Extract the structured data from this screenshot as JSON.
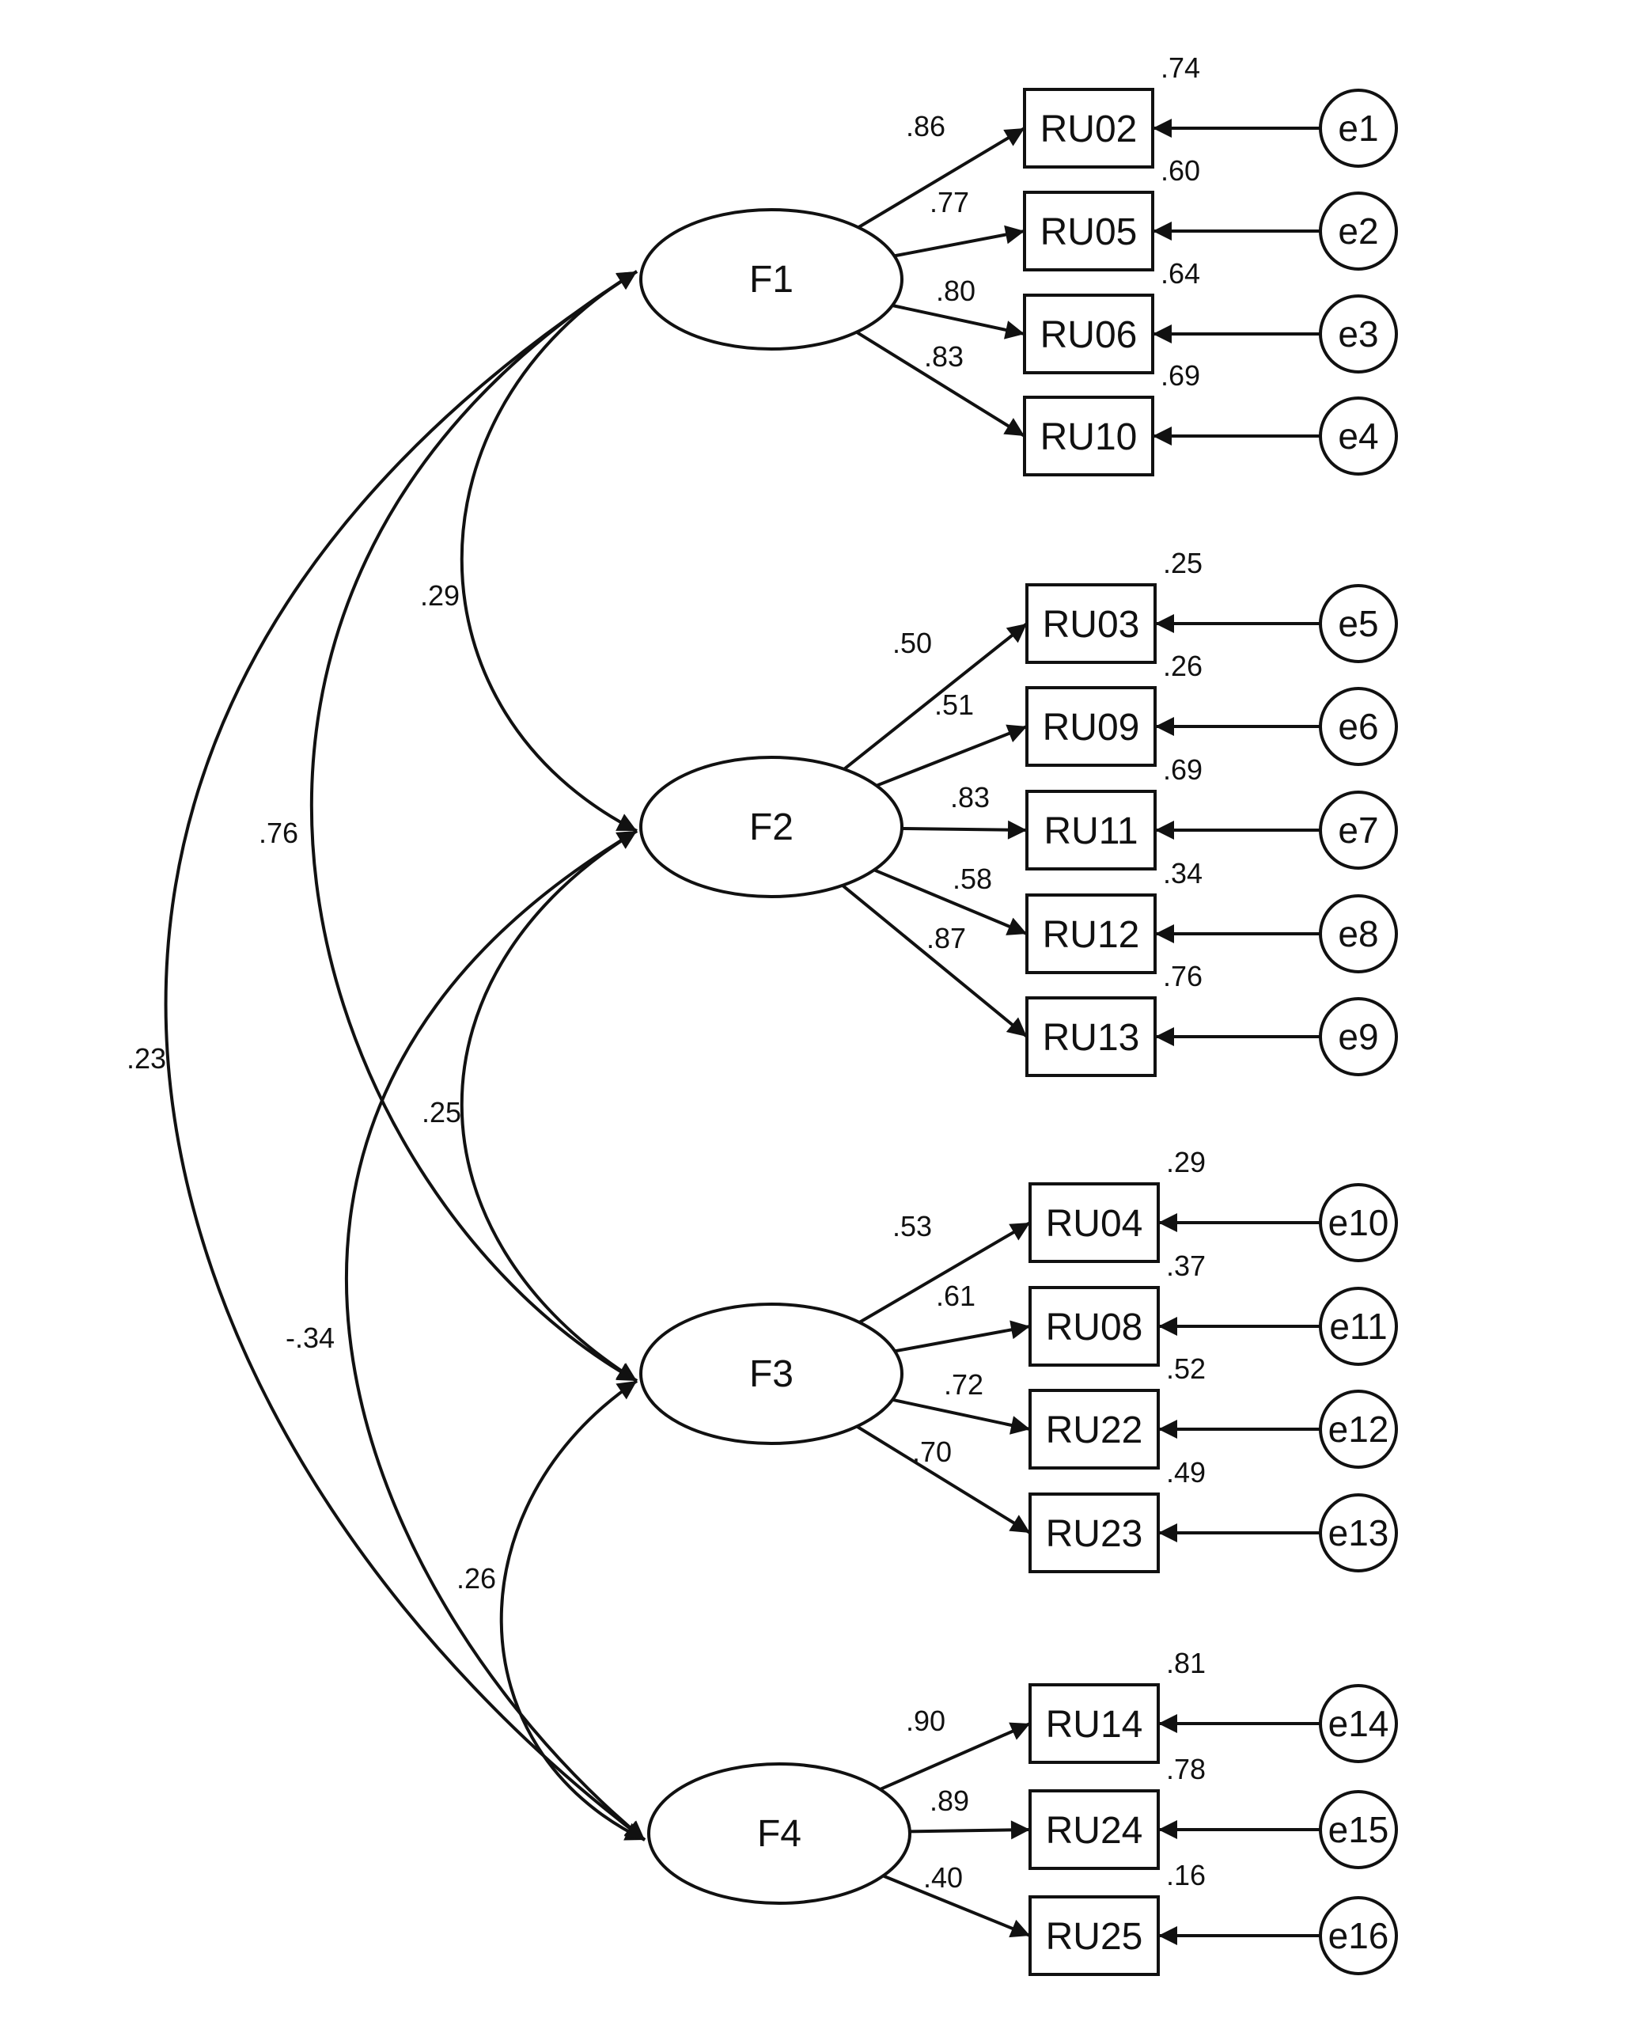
{
  "diagram": {
    "factors": [
      {
        "id": "F1",
        "label": "F1"
      },
      {
        "id": "F2",
        "label": "F2"
      },
      {
        "id": "F3",
        "label": "F3"
      },
      {
        "id": "F4",
        "label": "F4"
      }
    ],
    "indicators": [
      {
        "label": "RU02",
        "factor": "F1",
        "loading": ".86",
        "r2": ".74",
        "error": "e1"
      },
      {
        "label": "RU05",
        "factor": "F1",
        "loading": ".77",
        "r2": ".60",
        "error": "e2"
      },
      {
        "label": "RU06",
        "factor": "F1",
        "loading": ".80",
        "r2": ".64",
        "error": "e3"
      },
      {
        "label": "RU10",
        "factor": "F1",
        "loading": ".83",
        "r2": ".69",
        "error": "e4"
      },
      {
        "label": "RU03",
        "factor": "F2",
        "loading": ".50",
        "r2": ".25",
        "error": "e5"
      },
      {
        "label": "RU09",
        "factor": "F2",
        "loading": ".51",
        "r2": ".26",
        "error": "e6"
      },
      {
        "label": "RU11",
        "factor": "F2",
        "loading": ".83",
        "r2": ".69",
        "error": "e7"
      },
      {
        "label": "RU12",
        "factor": "F2",
        "loading": ".58",
        "r2": ".34",
        "error": "e8"
      },
      {
        "label": "RU13",
        "factor": "F2",
        "loading": ".87",
        "r2": ".76",
        "error": "e9"
      },
      {
        "label": "RU04",
        "factor": "F3",
        "loading": ".53",
        "r2": ".29",
        "error": "e10"
      },
      {
        "label": "RU08",
        "factor": "F3",
        "loading": ".61",
        "r2": ".37",
        "error": "e11"
      },
      {
        "label": "RU22",
        "factor": "F3",
        "loading": ".72",
        "r2": ".52",
        "error": "e12"
      },
      {
        "label": "RU23",
        "factor": "F3",
        "loading": ".70",
        "r2": ".49",
        "error": "e13"
      },
      {
        "label": "RU14",
        "factor": "F4",
        "loading": ".90",
        "r2": ".81",
        "error": "e14"
      },
      {
        "label": "RU24",
        "factor": "F4",
        "loading": ".89",
        "r2": ".78",
        "error": "e15"
      },
      {
        "label": "RU25",
        "factor": "F4",
        "loading": ".40",
        "r2": ".16",
        "error": "e16"
      }
    ],
    "covariances": [
      {
        "from": "F1",
        "to": "F2",
        "value": ".29"
      },
      {
        "from": "F2",
        "to": "F3",
        "value": ".25"
      },
      {
        "from": "F3",
        "to": "F4",
        "value": ".26"
      },
      {
        "from": "F1",
        "to": "F3",
        "value": ".76"
      },
      {
        "from": "F2",
        "to": "F4",
        "value": "-.34"
      },
      {
        "from": "F1",
        "to": "F4",
        "value": ".23"
      }
    ]
  }
}
